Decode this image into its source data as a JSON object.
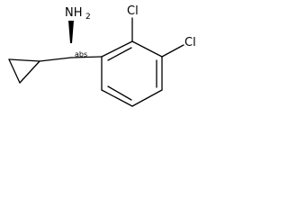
{
  "molecule": {
    "amine_label": "NH",
    "amine_subscript": "2",
    "stereo_annotation": "abs",
    "chloro_label_1": "Cl",
    "chloro_label_2": "Cl"
  }
}
